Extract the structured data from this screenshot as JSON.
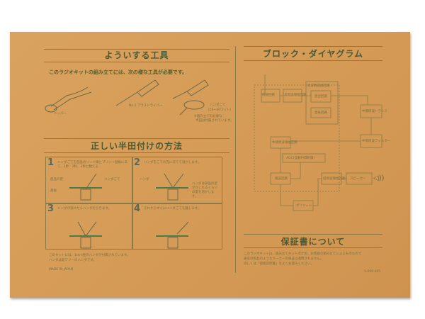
{
  "tools": {
    "title": "よういする工具",
    "intro": "このラジオキットの組み立てには、次の様な工具が必要です。",
    "items": [
      "ニッパー",
      "No.2 プラスドライバー",
      "ハンダごて"
    ],
    "soldering_iron_spec": "(20~40ワット)",
    "note_lines": [
      "※組み立ての必要な",
      "半田は付属されています。"
    ]
  },
  "soldering": {
    "title": "正しい半田付けの方法",
    "steps": [
      {
        "num": "1",
        "text": "ハンダごてを部品のリード線とプリント基板にあて、1秒、2秒、3秒と数える",
        "labels": [
          "部品の足",
          "ハンダごて",
          "基板"
        ]
      },
      {
        "num": "2",
        "text": "ハンダをこての先にあてて溶かします。",
        "labels": [
          "ハンダ",
          "ハンダは部品の足がかくれるくらいの量を溶かします。"
        ]
      },
      {
        "num": "3",
        "text": "ハンダが溶けたらハンダを引きます。",
        "labels": []
      },
      {
        "num": "4",
        "text": "それからすぐにハンダごてを離します。",
        "labels": []
      }
    ],
    "footer_lines": [
      "このキットには、1mm径のハンダが付属されています。",
      "ハンダは鉛フリーのハンダです。"
    ],
    "made_in": "MADE IN JAPAN"
  },
  "block_diagram": {
    "title": "ブロック・ダイヤグラム",
    "blocks": [
      "同調回路",
      "高周波増幅回路",
      "周波数変換回路",
      "混合回路",
      "発振回路",
      "中間周波トランス",
      "中間周波フィルター",
      "中間周波増幅回路",
      "AGC(自動利得制御)",
      "検波回路",
      "ボリューム",
      "低周波増幅回路",
      "スピーカー"
    ]
  },
  "warranty": {
    "title": "保証書について",
    "lines": [
      "このラジオキットは、組み立てキットのため、お客様の組み立てによるものなので",
      "通常の製品のようなメーカーの保証は適用されません。",
      "詳しくは「取扱説明書」をよくお読みください。"
    ],
    "code": "S-000-005"
  }
}
